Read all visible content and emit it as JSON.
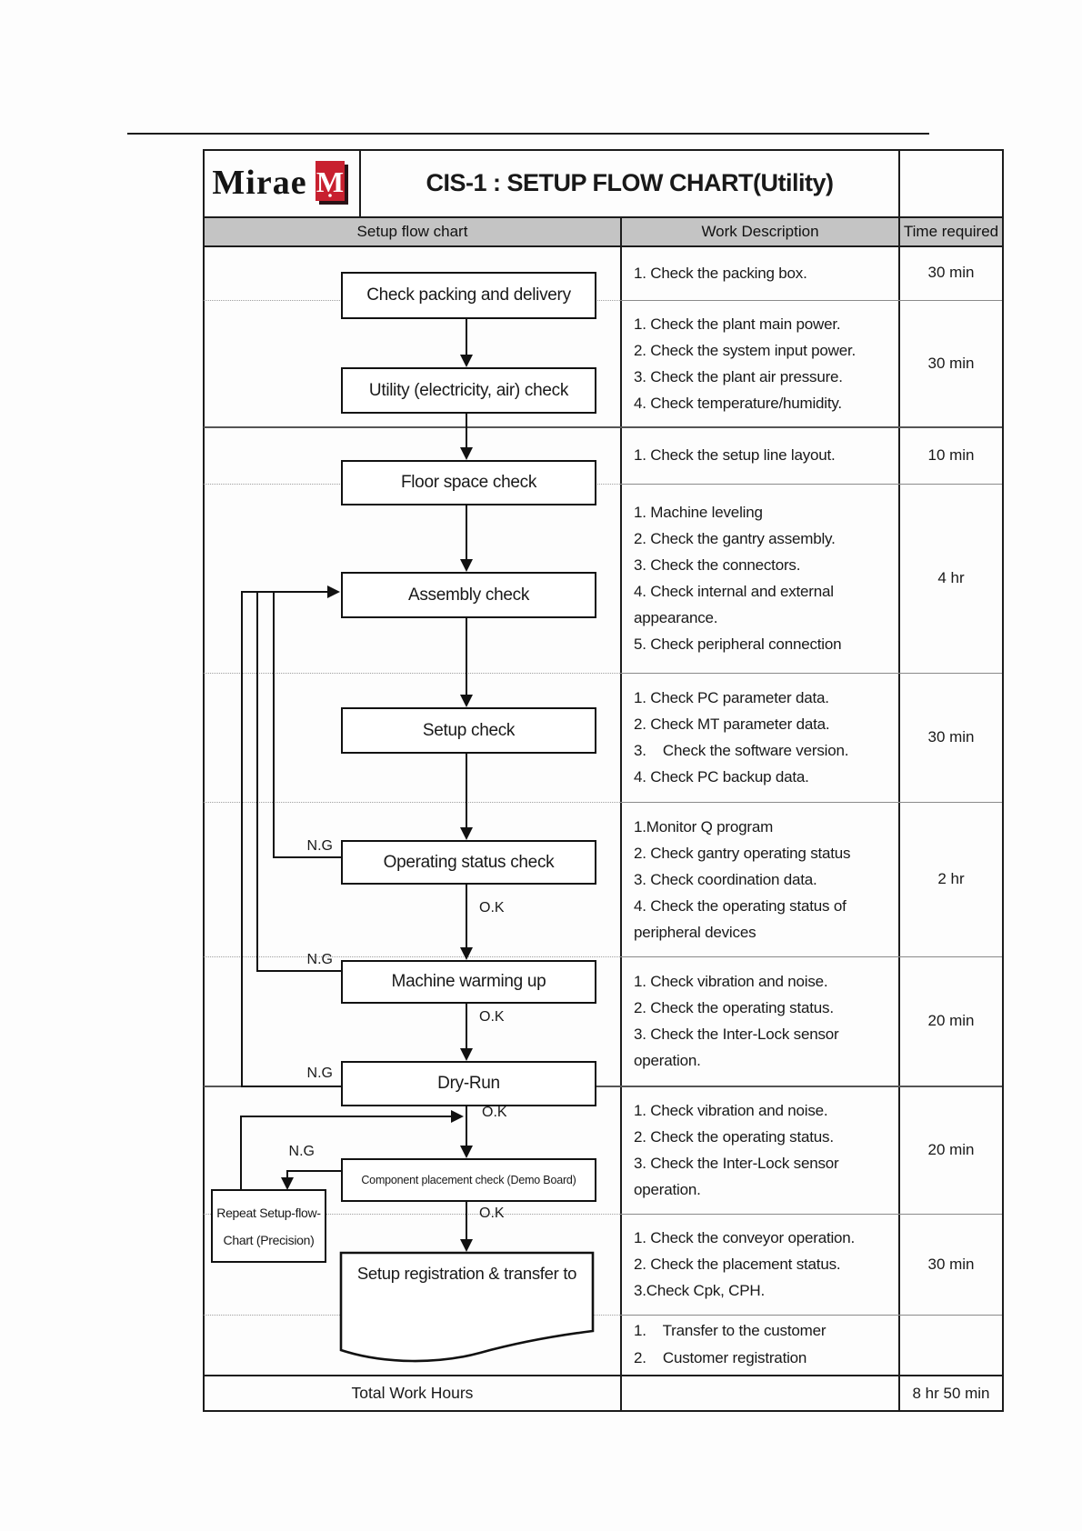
{
  "header": {
    "logo_text": "Mirae",
    "logo_mark": "M",
    "doc_title": "CIS-1 : SETUP FLOW CHART(Utility)",
    "columns": {
      "flow": "Setup flow chart",
      "work": "Work Description",
      "time": "Time required"
    }
  },
  "flow": {
    "ng_label": "N.G",
    "ok_label": "O.K",
    "nodes": {
      "packing": "Check packing and delivery",
      "utility": "Utility (electricity, air) check",
      "floor": "Floor space check",
      "assembly": "Assembly check",
      "setup": "Setup check",
      "operating": "Operating status check",
      "warming": "Machine warming up",
      "dryrun": "Dry-Run",
      "component": "Component placement check (Demo Board)",
      "registration": "Setup registration & transfer to",
      "repeat_line1": "Repeat Setup-flow-",
      "repeat_line2": "Chart (Precision)"
    }
  },
  "rows": [
    {
      "desc": "1. Check the packing box.",
      "time": "30 min"
    },
    {
      "desc": "1. Check the plant main power.\n2. Check the system input power.\n3. Check the plant air pressure.\n4. Check temperature/humidity.",
      "time": "30 min"
    },
    {
      "desc": "1. Check the setup line layout.",
      "time": "10 min"
    },
    {
      "desc": "1. Machine leveling\n2. Check the gantry assembly.\n3. Check the connectors.\n4. Check internal and external\nappearance.\n5. Check peripheral connection",
      "time": "4 hr"
    },
    {
      "desc": "1. Check PC parameter data.\n2. Check MT parameter data.\n3.    Check the software version.\n4. Check PC backup data.",
      "time": "30 min"
    },
    {
      "desc": "1.Monitor Q program\n2. Check gantry operating status\n3. Check coordination data.\n4. Check the operating status of\nperipheral devices",
      "time": "2 hr"
    },
    {
      "desc": "1. Check vibration and noise.\n2. Check the operating status.\n3. Check the Inter-Lock sensor\noperation.",
      "time": "20 min"
    },
    {
      "desc": "1. Check vibration and noise.\n2. Check the operating status.\n3. Check the Inter-Lock sensor\noperation.",
      "time": "20 min"
    },
    {
      "desc": "1. Check the conveyor operation.\n2. Check the placement status.\n3.Check Cpk, CPH.",
      "time": "30 min"
    },
    {
      "desc": "1.    Transfer to the customer\n2.    Customer registration",
      "time": ""
    }
  ],
  "footer": {
    "total_label": "Total Work Hours",
    "total_time": "8 hr 50 min"
  },
  "colors": {
    "header_bg": "#c4c4c4",
    "logo_red": "#c8202f",
    "line": "#1c1c1c"
  }
}
